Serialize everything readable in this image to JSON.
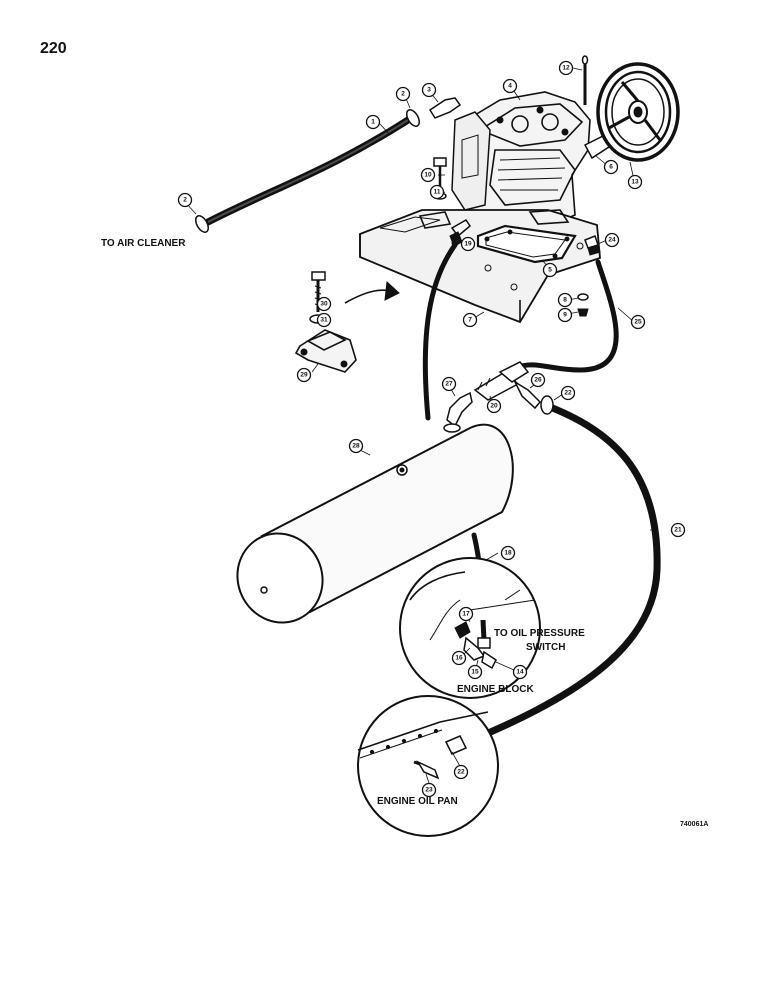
{
  "page_number": "220",
  "figure_id": "740061A",
  "labels": {
    "to_air_cleaner": "TO AIR CLEANER",
    "to_oil_pressure": "TO OIL PRESSURE",
    "switch": "SWITCH",
    "engine_block": "ENGINE BLOCK",
    "engine_oil_pan": "ENGINE OIL PAN"
  },
  "callouts": {
    "c1": "1",
    "c2a": "2",
    "c2b": "2",
    "c3": "3",
    "c4": "4",
    "c5": "5",
    "c6": "6",
    "c7": "7",
    "c8": "8",
    "c9": "9",
    "c10": "10",
    "c11": "11",
    "c12": "12",
    "c13": "13",
    "c14": "14",
    "c15": "15",
    "c16": "16",
    "c17": "17",
    "c18": "18",
    "c19": "19",
    "c20": "20",
    "c21": "21",
    "c22a": "22",
    "c22b": "22",
    "c23": "23",
    "c24": "24",
    "c25": "25",
    "c26": "26",
    "c27": "27",
    "c28": "28",
    "c29": "29",
    "c30": "30",
    "c31": "31"
  }
}
